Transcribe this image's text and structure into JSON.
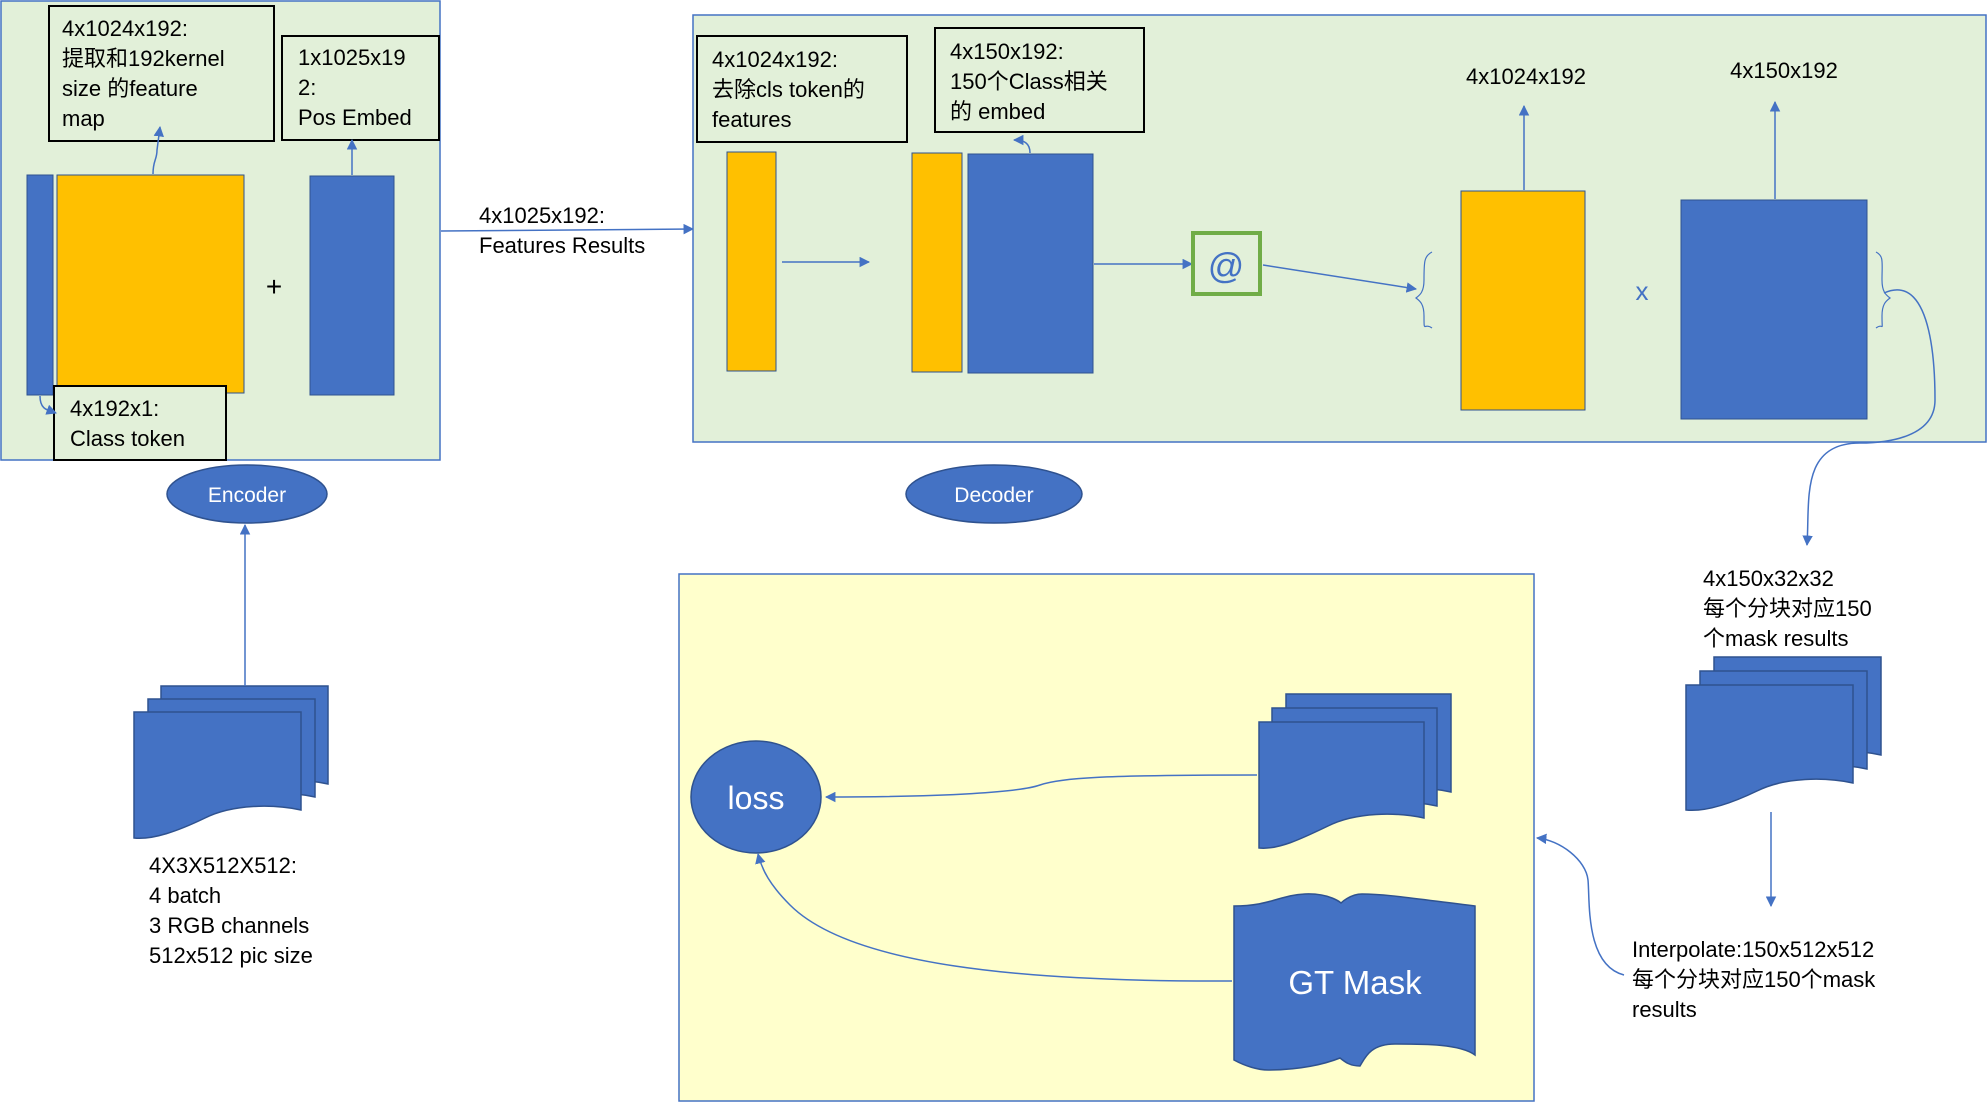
{
  "encoder": {
    "feature_map_note": [
      "4x1024x192:",
      "提取和192kernel",
      "size 的feature",
      "map"
    ],
    "pos_embed_note": [
      "1x1025x19",
      "2:",
      "Pos Embed"
    ],
    "class_token_note": [
      "4x192x1:",
      "Class token"
    ],
    "plus": "+",
    "label": "Encoder"
  },
  "features_result": [
    "4x1025x192:",
    "Features Results"
  ],
  "decoder": {
    "remove_cls_note": [
      "4x1024x192:",
      "去除cls token的",
      "features"
    ],
    "class_embed_note": [
      "4x150x192:",
      "150个Class相关",
      "的 embed"
    ],
    "at_symbol": "@",
    "out_patch_label": "4x1024x192",
    "out_class_label": "4x150x192",
    "times": "x",
    "label": "Decoder"
  },
  "input_note": [
    "4X3X512X512:",
    "4 batch",
    "3 RGB channels",
    "512x512 pic size"
  ],
  "mask_results_note": [
    "4x150x32x32",
    "每个分块对应150",
    "个mask results"
  ],
  "interpolate_note": [
    "Interpolate:150x512x512",
    "每个分块对应150个mask",
    "results"
  ],
  "loss_panel": {
    "loss_label": "loss",
    "gt_label": "GT Mask"
  },
  "colors": {
    "panel_green": "#E2F0D9",
    "panel_yellow": "#FFFFCC",
    "block_blue": "#4472C4",
    "block_orange": "#FFC000",
    "at_border": "#70AD47",
    "arrow": "#4472C4"
  }
}
